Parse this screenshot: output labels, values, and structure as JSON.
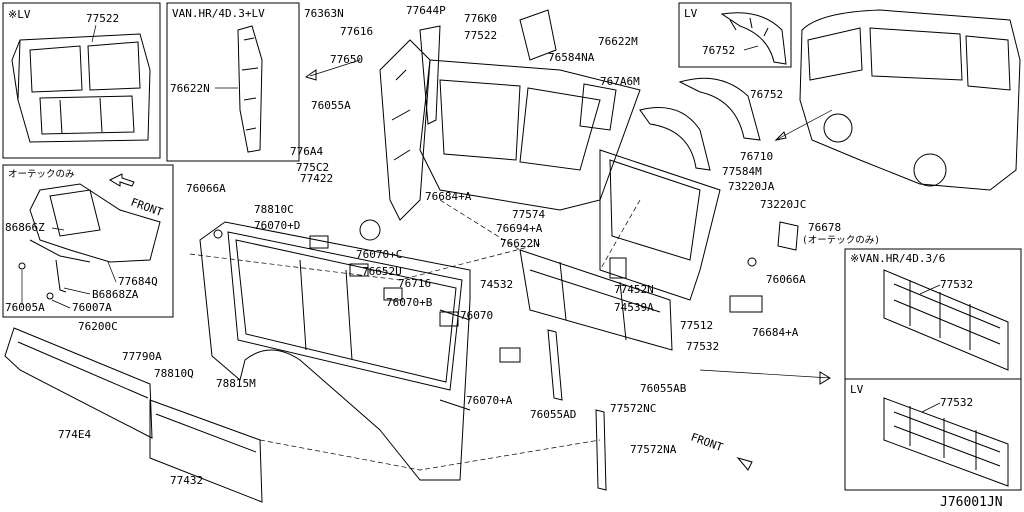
{
  "diagram_code": "J76001JN",
  "insets": {
    "lv_top": {
      "title": "※LV",
      "labels": [
        "77522"
      ]
    },
    "van_hr": {
      "title": "VAN.HR/4D.3+LV",
      "labels": [
        "76622N"
      ]
    },
    "lv_arch": {
      "title": "LV",
      "labels": [
        "76752"
      ]
    },
    "otek": {
      "title": "オーテックのみ",
      "front": "FRONT",
      "labels": [
        "86866Z",
        "77684Q",
        "B6868ZA",
        "76005A",
        "76007A"
      ]
    },
    "van_hr_36": {
      "title": "※VAN.HR/4D.3/6",
      "labels": [
        "77532"
      ]
    },
    "lv_bottom": {
      "title": "LV",
      "labels": [
        "77532"
      ]
    }
  },
  "labels": [
    "76363N",
    "77644P",
    "776K0",
    "77616",
    "77522",
    "77650",
    "76584NA",
    "76622M",
    "767A6M",
    "76752",
    "76055A",
    "776A4",
    "775C2",
    "77422",
    "76066A",
    "76710",
    "77584M",
    "73220JA",
    "73220JC",
    "76684+A",
    "77574",
    "78810C",
    "76070+D",
    "76694+A",
    "76622N",
    "76070+C",
    "76652U",
    "74532",
    "76716",
    "76070+B",
    "76070",
    "77452N",
    "74539A",
    "77512",
    "76066A",
    "76684+A",
    "76200C",
    "77532",
    "77790A",
    "78810Q",
    "78815M",
    "76055AB",
    "76070+A",
    "76055AD",
    "77572NC",
    "774E4",
    "77572NA",
    "77432"
  ],
  "note_76678": {
    "code": "76678",
    "note": "(オーテックのみ)"
  },
  "front_main": "FRONT"
}
